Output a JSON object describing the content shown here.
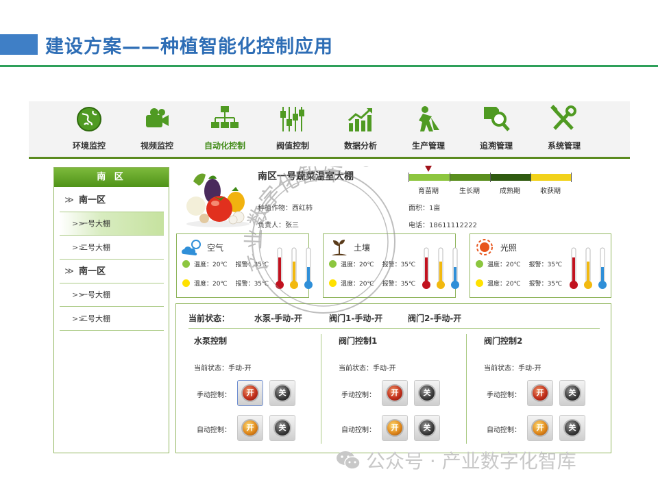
{
  "slide": {
    "title": "建设方案——种植智能化控制应用"
  },
  "nav": {
    "items": [
      {
        "label": "环境监控",
        "icon": "globe-icon"
      },
      {
        "label": "视频监控",
        "icon": "video-camera-icon"
      },
      {
        "label": "自动化控制",
        "icon": "network-computers-icon",
        "active": true
      },
      {
        "label": "阀值控制",
        "icon": "slider-controls-icon"
      },
      {
        "label": "数据分析",
        "icon": "bar-chart-icon"
      },
      {
        "label": "生产管理",
        "icon": "worker-icon"
      },
      {
        "label": "追溯管理",
        "icon": "trace-magnifier-icon"
      },
      {
        "label": "系统管理",
        "icon": "wrench-screwdriver-icon"
      }
    ]
  },
  "sidebar": {
    "header": "南 区",
    "items": [
      {
        "label": "南一区",
        "type": "group",
        "chevron": "≫"
      },
      {
        "label": "一号大棚",
        "type": "sub",
        "chevron": ">>",
        "selected": true
      },
      {
        "label": "二号大棚",
        "type": "sub",
        "chevron": ">>"
      },
      {
        "label": "南一区",
        "type": "group",
        "chevron": "≫"
      },
      {
        "label": "一号大棚",
        "type": "sub",
        "chevron": ">>"
      },
      {
        "label": "二号大棚",
        "type": "sub",
        "chevron": ">>"
      }
    ]
  },
  "greenhouse": {
    "name": "南区一号蔬菜温室大棚",
    "crop": "种植作物：西红柿",
    "area": "面积：1亩",
    "manager": "负责人：张三",
    "phone": "电话：18611112222",
    "stages": [
      "育苗期",
      "生长期",
      "成熟期",
      "收获期"
    ],
    "stage_colors": [
      "#8dc63f",
      "#5a8f1e",
      "#2f5a10",
      "#f2d21a"
    ]
  },
  "sensors": [
    {
      "title": "空气",
      "icon": "cloud-sun-icon",
      "temp": "温度：20℃",
      "alarm": "报警：35℃"
    },
    {
      "title": "土壤",
      "icon": "seedling-icon",
      "temp": "温度：20℃",
      "alarm": "报警：35℃"
    },
    {
      "title": "光照",
      "icon": "sun-icon",
      "temp": "温度：20℃",
      "alarm": "报警：35℃"
    }
  ],
  "colors": {
    "green_dot": "#8cc63f",
    "yellow_dot": "#ffe100",
    "accent": "#5a8a1f",
    "title_blue": "#2d6db5"
  },
  "panel": {
    "state_label": "当前状态：",
    "states": [
      "水泵-手动-开",
      "阀门1-手动-开",
      "阀门2-手动-开"
    ],
    "controls": [
      {
        "title": "水泵控制",
        "status": "当前状态：手动-开"
      },
      {
        "title": "阀门控制1",
        "status": "当前状态：手动-开"
      },
      {
        "title": "阀门控制2",
        "status": "当前状态：手动-开"
      }
    ],
    "manual_label": "手动控制：",
    "auto_label": "自动控制：",
    "on_label": "开",
    "off_label": "关"
  },
  "watermark": {
    "stamp_text": "产业数字化智库",
    "wechat_text": "公众号 · 产业数字化智库"
  }
}
